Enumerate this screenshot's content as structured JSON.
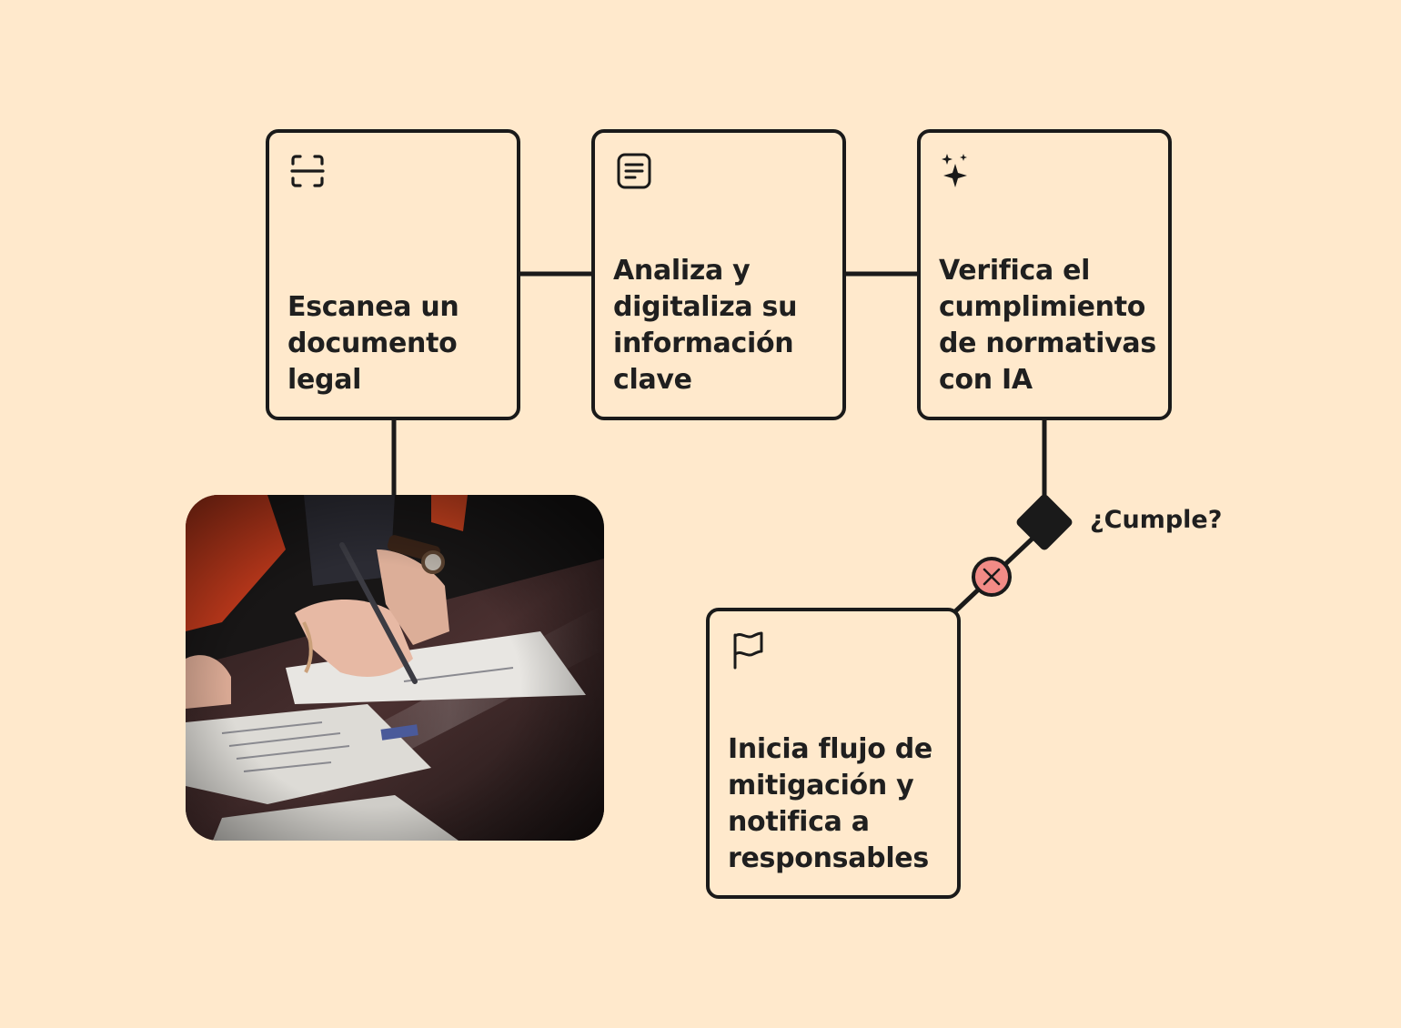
{
  "steps": [
    {
      "id": "scan",
      "icon": "scan-icon",
      "label": "Escanea un\ndocumento\nlegal"
    },
    {
      "id": "analyze",
      "icon": "document-icon",
      "label": "Analiza y\ndigitaliza su\ninformación\nclave"
    },
    {
      "id": "verify",
      "icon": "sparkles-icon",
      "label": "Verifica el\ncumplimiento\nde normativas\ncon IA"
    },
    {
      "id": "mitigate",
      "icon": "flag-icon",
      "label": "Inicia flujo de\nmitigación y\nnotifica a\nresponsables"
    }
  ],
  "decision": {
    "label": "¿Cumple?",
    "no_branch_icon": "close-icon"
  },
  "photo": {
    "subject": "hands signing a paper document with a pen"
  },
  "colors": {
    "background": "#ffe9cc",
    "line": "#1a1a1a",
    "no_marker": "#f28b86",
    "photo_sleeve": "#d8431e"
  }
}
